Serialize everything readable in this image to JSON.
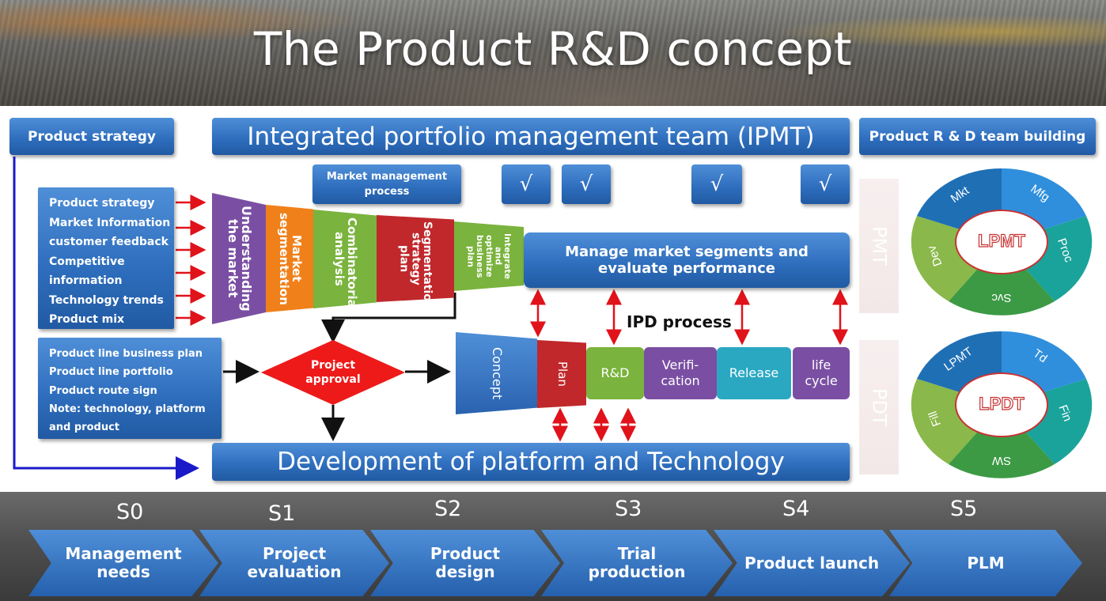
{
  "title": "The Product  R&D concept",
  "product_strategy": "Product strategy",
  "ipmt": "Integrated portfolio management team (IPMT)",
  "team_building": "Product R & D team building",
  "market_mgmt_process": "Market management process",
  "checkmark": "√",
  "inputs": [
    "Product strategy",
    "Market Information",
    "customer feedback",
    "Competitive",
    "information",
    "Technology trends",
    "Product mix"
  ],
  "funnel": [
    "Understanding the market",
    "Market segmentation",
    "Combinatorial analysis",
    "Segmentation strategy plan",
    "Integrate and optimize business plan"
  ],
  "manage_segments": "Manage market segments and evaluate performance",
  "ipd_process": "IPD process",
  "product_line": [
    "Product line business plan",
    "Product line portfolio",
    "Product route sign",
    "Note: technology, platform",
    "and product"
  ],
  "project_approval": "Project approval",
  "phases": {
    "concept": "Concept",
    "plan": "Plan",
    "rd": "R&D",
    "verification": "Verifi-cation",
    "release": "Release",
    "lifecycle": "life cycle"
  },
  "platform": "Development of platform and Technology",
  "pmt_label": "PMT",
  "pdt_label": "PDT",
  "lpmt": {
    "center": "LPMT",
    "segments": [
      "Mkt",
      "Mfg",
      "Proc",
      "Svc",
      "Dev"
    ]
  },
  "lpdt": {
    "center": "LPDT",
    "segments": [
      "LPMT",
      "Td",
      "Fin",
      "SW",
      "Fill"
    ]
  },
  "stages": [
    {
      "code": "S0",
      "label": "Management needs"
    },
    {
      "code": "S1",
      "label": "Project evaluation"
    },
    {
      "code": "S2",
      "label": "Product design"
    },
    {
      "code": "S3",
      "label": "Trial production"
    },
    {
      "code": "S4",
      "label": "Product launch"
    },
    {
      "code": "S5",
      "label": "PLM"
    }
  ],
  "colors": {
    "blue": "#2f6fbe",
    "red": "#e0121a",
    "purple": "#7a4fa3",
    "orange": "#f0801a",
    "green": "#7ab33d",
    "darkred": "#c0282c",
    "teal": "#2aa8c2",
    "dark_green": "#3d8f3f"
  }
}
